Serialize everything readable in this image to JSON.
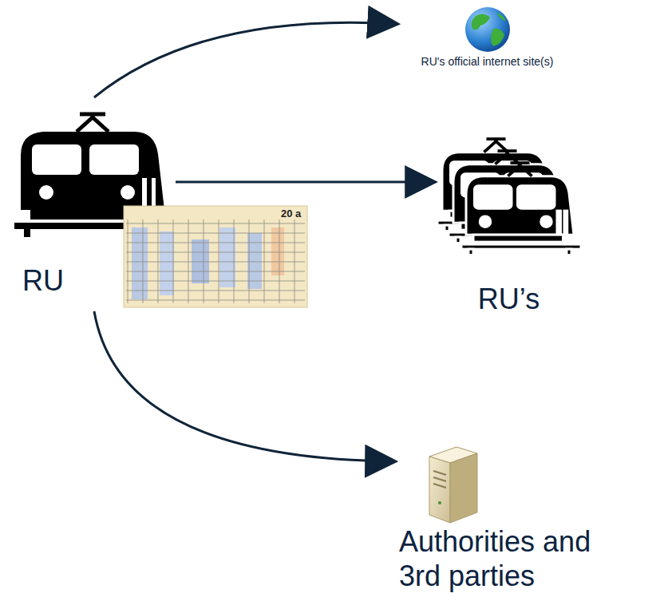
{
  "diagram": {
    "nodes": [
      {
        "text": [
          "RU"
        ]
      },
      {
        "text": [
          "RU's official internet site(s)"
        ]
      },
      {
        "text": [
          "RU’s"
        ]
      },
      {
        "text": [
          "Authorities and 3rd parties"
        ]
      }
    ],
    "edges": [
      {
        "from": 0,
        "to": 1,
        "arrow": "to"
      },
      {
        "from": 0,
        "to": 2,
        "arrow": "to"
      },
      {
        "from": 0,
        "to": 3,
        "arrow": "to"
      }
    ],
    "labels": [
      "20 a"
    ]
  }
}
